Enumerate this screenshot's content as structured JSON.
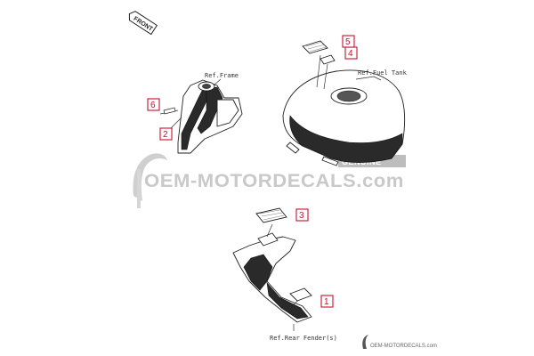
{
  "front_label": "FRONT",
  "references": {
    "frame": "Ref.Frame",
    "fuel_tank": "Ref.Fuel Tank",
    "rear_fender": "Ref.Rear Fender(s)"
  },
  "callouts": [
    "1",
    "2",
    "3",
    "4",
    "5",
    "6"
  ],
  "watermark": {
    "main_text": "OEM-MOTORDECALS.com",
    "genuine_text": "GENUINE",
    "footer_text": "OEM-MOTORDECALS.com"
  },
  "colors": {
    "callout": "#c8102e",
    "watermark": "#c9c9c9",
    "line_art": "#222222"
  }
}
